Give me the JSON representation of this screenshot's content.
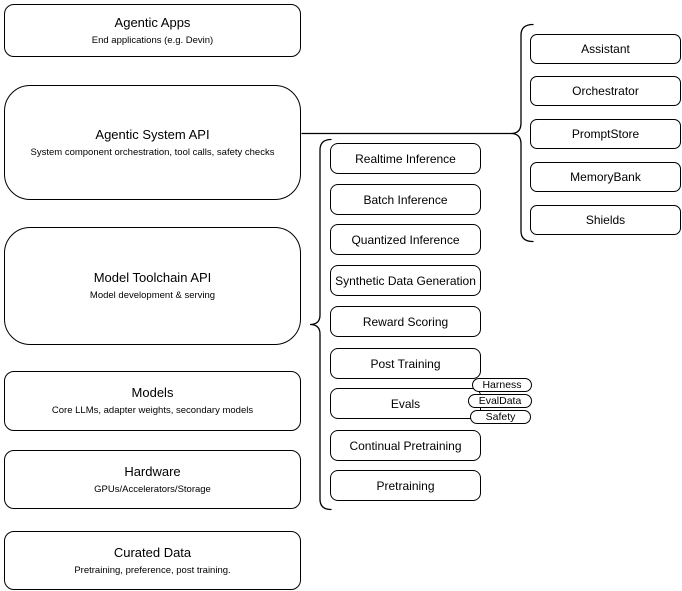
{
  "diagram": {
    "left_stack": [
      {
        "title": "Agentic Apps",
        "subtitle": "End applications (e.g. Devin)"
      },
      {
        "title": "Agentic System API",
        "subtitle": "System component orchestration, tool calls, safety checks"
      },
      {
        "title": "Model Toolchain API",
        "subtitle": "Model development & serving"
      },
      {
        "title": "Models",
        "subtitle": "Core LLMs, adapter weights, secondary models"
      },
      {
        "title": "Hardware",
        "subtitle": "GPUs/Accelerators/Storage"
      },
      {
        "title": "Curated Data",
        "subtitle": "Pretraining, preference, post training."
      }
    ],
    "toolchain_items": [
      "Realtime Inference",
      "Batch Inference",
      "Quantized Inference",
      "Synthetic Data Generation",
      "Reward Scoring",
      "Post Training",
      "Evals",
      "Continual Pretraining",
      "Pretraining"
    ],
    "evals_tags": [
      "Harness",
      "EvalData",
      "Safety"
    ],
    "system_components": [
      "Assistant",
      "Orchestrator",
      "PromptStore",
      "MemoryBank",
      "Shields"
    ],
    "colors": {
      "stroke": "#000000",
      "fill": "#ffffff",
      "text": "#000000"
    }
  }
}
